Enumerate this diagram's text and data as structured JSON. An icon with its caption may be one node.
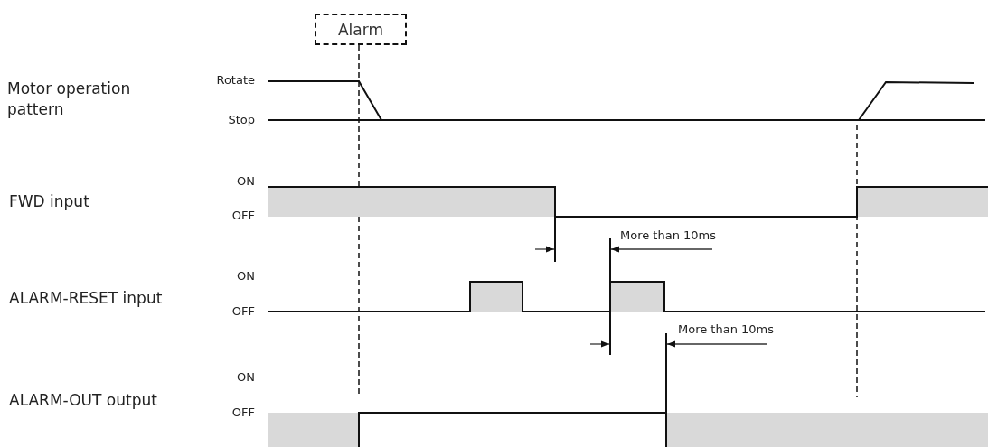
{
  "diagram": {
    "nodes": [
      {
        "text": [
          "Alarm"
        ]
      }
    ],
    "labels": [
      "Motor operation pattern",
      "Rotate",
      "Stop",
      "ON",
      "FWD input",
      "OFF",
      "More than 10ms",
      "ON",
      "ALARM-RESET input",
      "OFF",
      "More than 10ms",
      "ON",
      "ALARM-OUT output",
      "OFF"
    ]
  }
}
